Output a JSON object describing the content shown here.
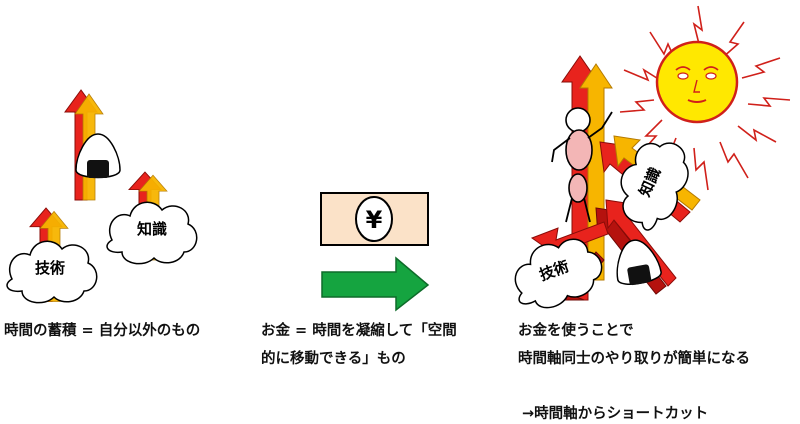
{
  "labels": {
    "skill": "技術",
    "knowledge": "知識",
    "yen": "¥"
  },
  "captions": {
    "left": "時間の蓄積 = 自分以外のもの",
    "middle_line1": "お金 = 時間を凝縮して「空間",
    "middle_line2": "的に移動できる」もの",
    "right_line1": "お金を使うことで",
    "right_line2": "時間軸同士のやり取りが簡単になる",
    "right_line3": "→時間軸からショートカット"
  },
  "icons": [
    "up-arrow-icon",
    "rice-ball-icon",
    "cloud-icon",
    "banknote-icon",
    "right-arrow-icon",
    "sun-icon",
    "stick-figure-icon"
  ],
  "colors": {
    "arrow_red": "#e8231d",
    "arrow_yellow": "#f7b500",
    "arrow_dark_red": "#b5120e",
    "banknote_fill": "#fbe2c8",
    "green_arrow": "#15a440",
    "sun_fill": "#ffe800",
    "sun_rays": "#d0201a",
    "figure_fill": "#f3b6b6"
  }
}
